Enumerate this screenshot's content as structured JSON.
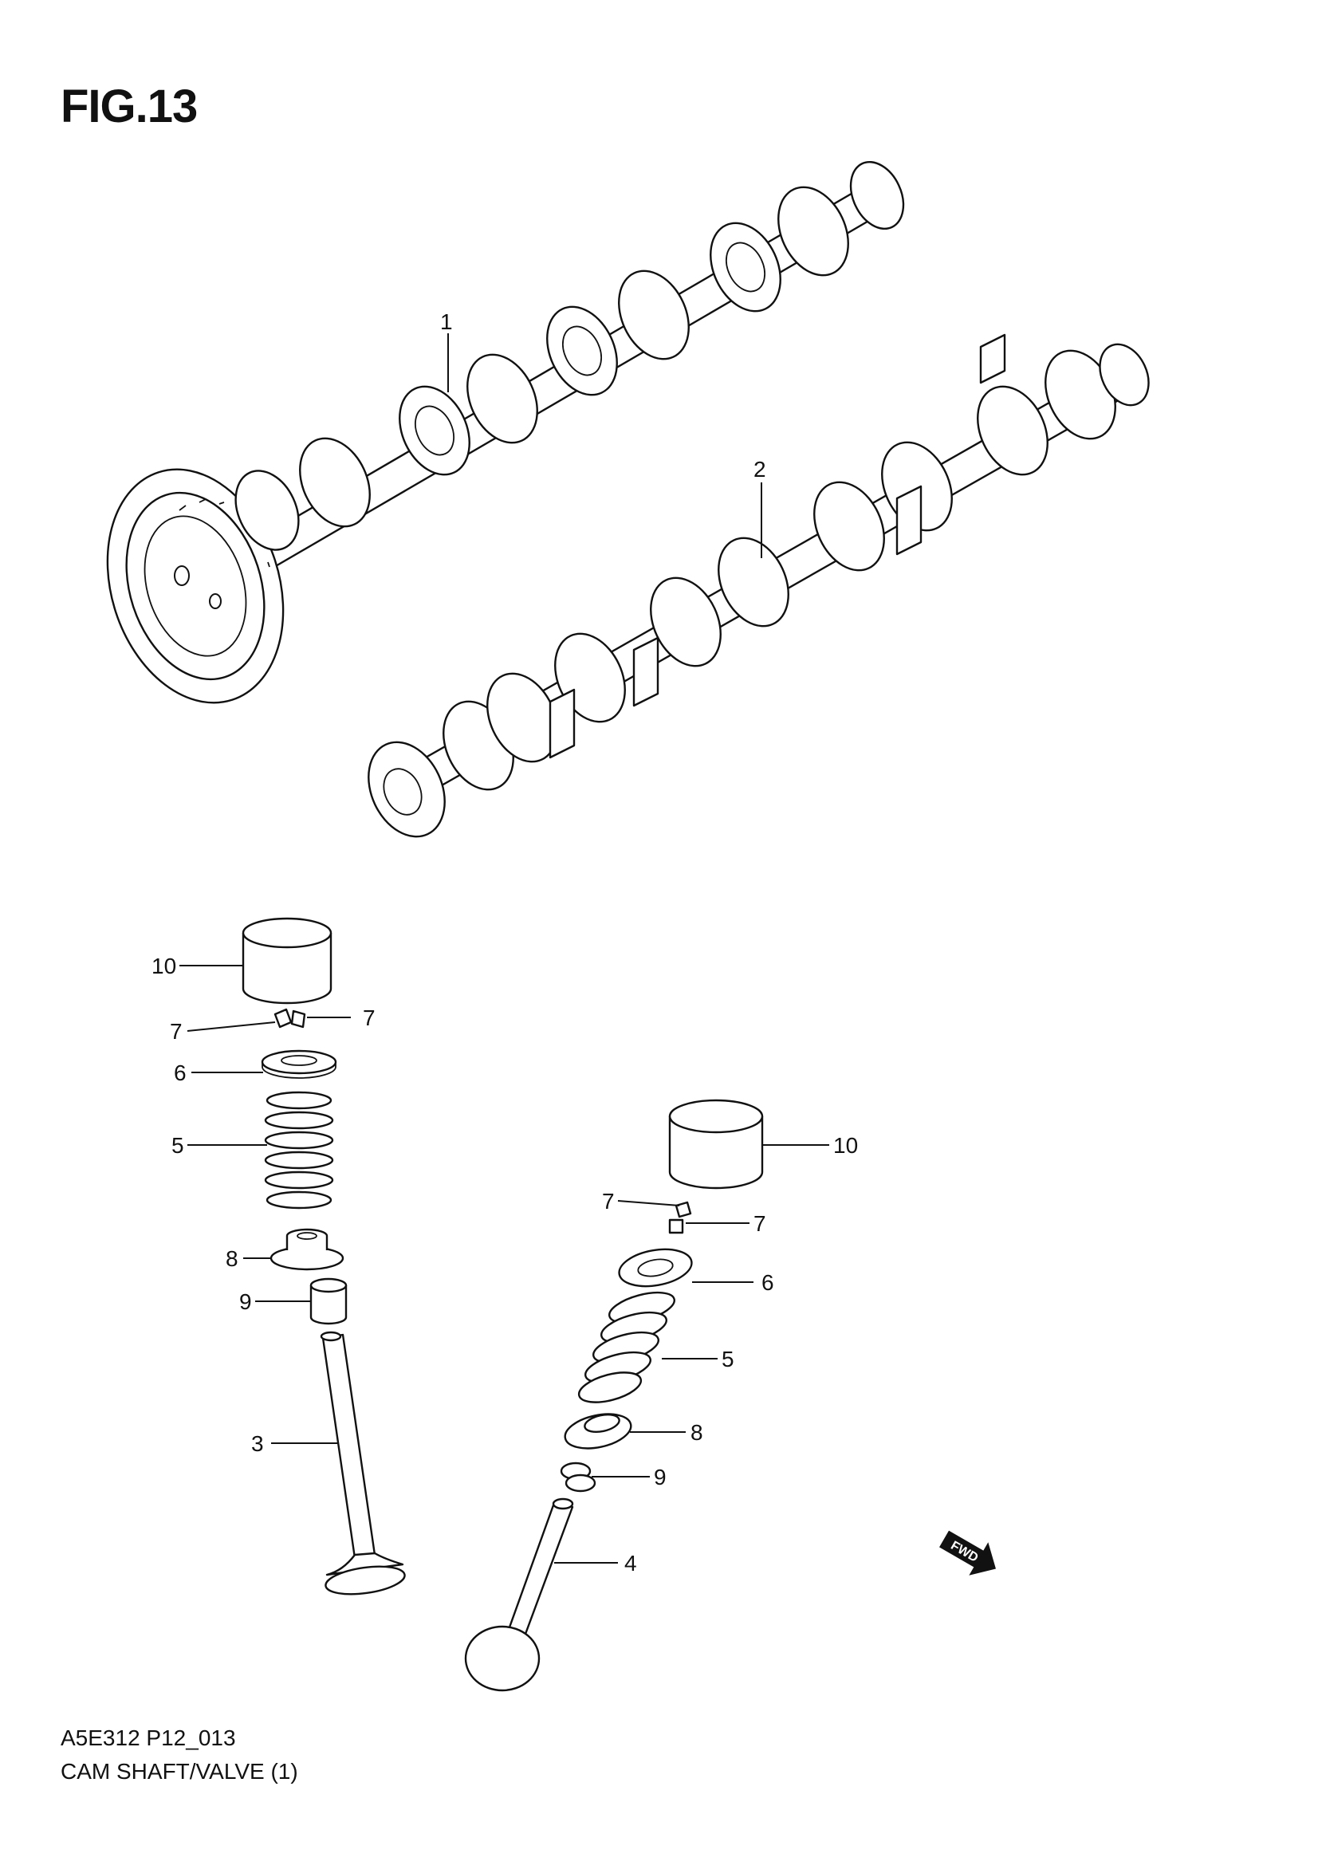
{
  "figure": {
    "title": "FIG.13",
    "code": "A5E312 P12_013",
    "caption": "CAM SHAFT/VALVE (1)"
  },
  "callouts": [
    {
      "id": "camshaft-1",
      "number": "1"
    },
    {
      "id": "camshaft-2",
      "number": "2"
    },
    {
      "id": "valve-left",
      "number": "3"
    },
    {
      "id": "valve-right",
      "number": "4"
    },
    {
      "id": "spring-left",
      "number": "5"
    },
    {
      "id": "spring-right",
      "number": "5"
    },
    {
      "id": "retainer-left",
      "number": "6"
    },
    {
      "id": "retainer-right",
      "number": "6"
    },
    {
      "id": "cotter-left-a",
      "number": "7"
    },
    {
      "id": "cotter-left-b",
      "number": "7"
    },
    {
      "id": "cotter-right-a",
      "number": "7"
    },
    {
      "id": "cotter-right-b",
      "number": "7"
    },
    {
      "id": "seat-left",
      "number": "8"
    },
    {
      "id": "seat-right",
      "number": "8"
    },
    {
      "id": "seal-left",
      "number": "9"
    },
    {
      "id": "seal-right",
      "number": "9"
    },
    {
      "id": "tappet-left",
      "number": "10"
    },
    {
      "id": "tappet-right",
      "number": "10"
    }
  ],
  "fwd_label": "FWD"
}
